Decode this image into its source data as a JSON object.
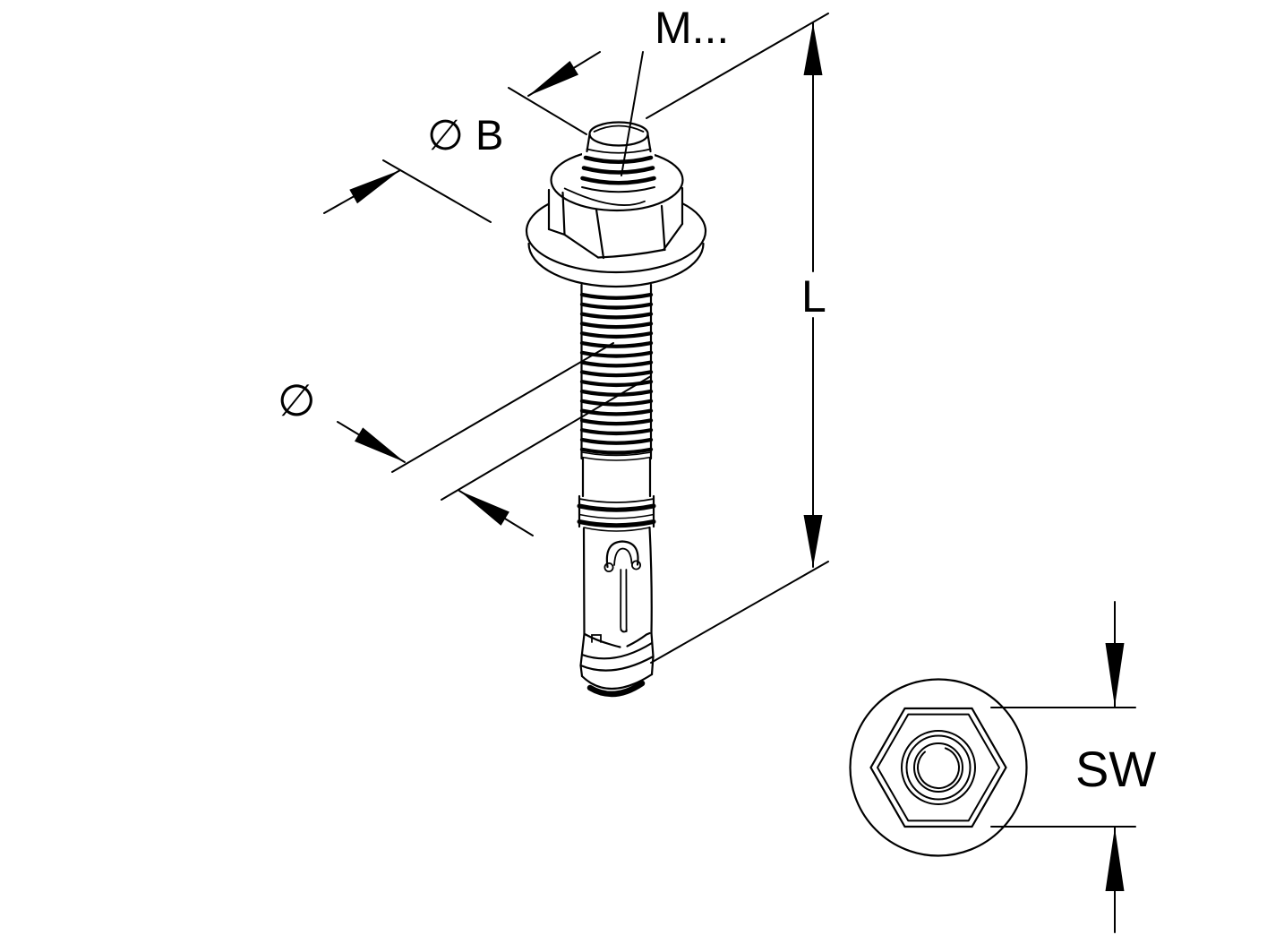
{
  "diagram": {
    "labels": {
      "thread_size": "M...",
      "diameter_b": "∅ B",
      "shaft_diameter": "∅",
      "length": "L",
      "wrench_size": "SW"
    },
    "colors": {
      "line": "#000000",
      "background": "#ffffff"
    }
  }
}
